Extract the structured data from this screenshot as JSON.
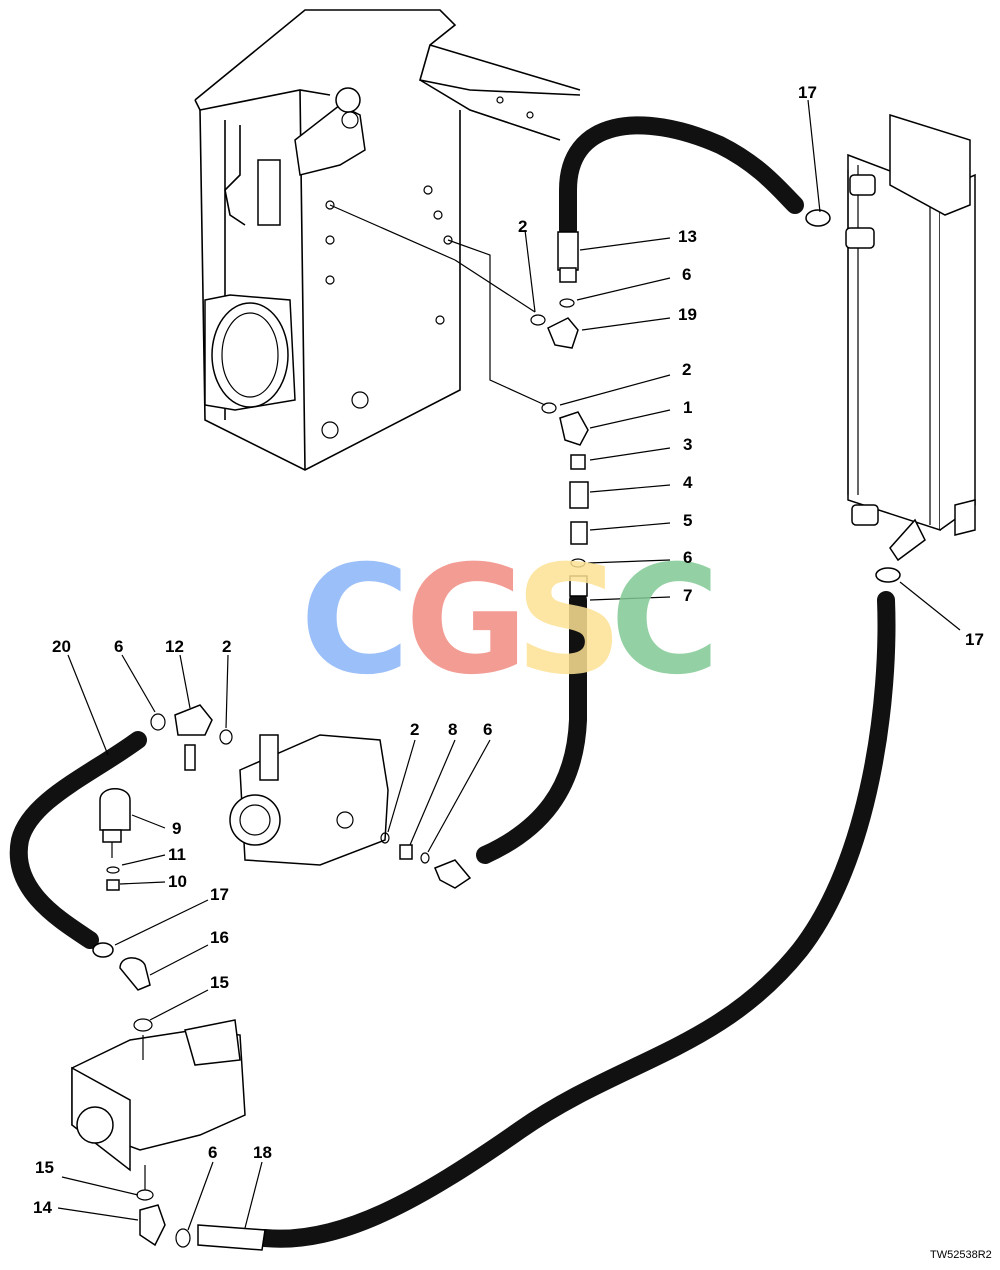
{
  "watermark": {
    "letters": [
      "C",
      "G",
      "S",
      "C"
    ],
    "colors": [
      "#8ab4f8",
      "#f28b82",
      "#fde293",
      "#81c995"
    ]
  },
  "callouts": [
    "17",
    "13",
    "2",
    "6",
    "19",
    "2",
    "1",
    "3",
    "4",
    "5",
    "6",
    "7",
    "17",
    "20",
    "6",
    "12",
    "2",
    "2",
    "8",
    "6",
    "9",
    "11",
    "10",
    "17",
    "16",
    "15",
    "15",
    "14",
    "6",
    "18"
  ],
  "figure_id": "TW52538R2"
}
